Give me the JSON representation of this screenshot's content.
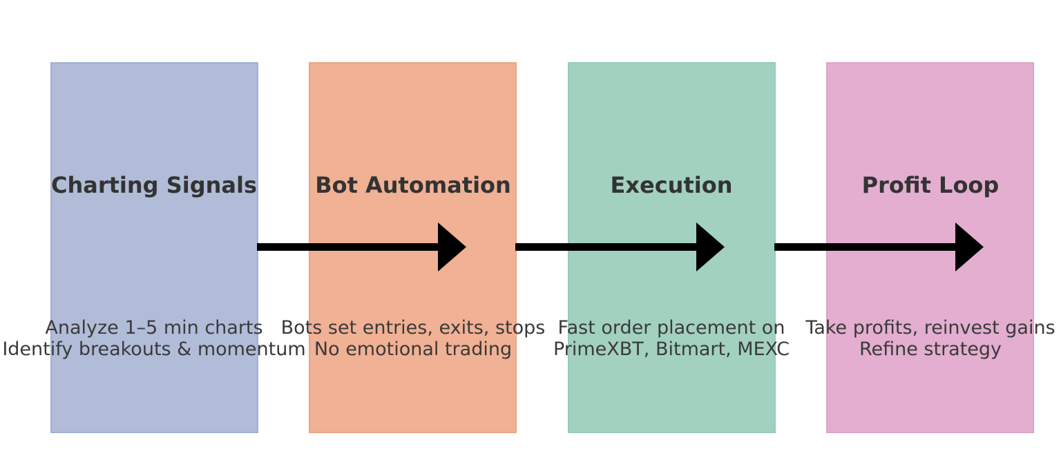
{
  "steps": [
    {
      "title": "Charting Signals",
      "lines": [
        "Analyze 1–5 min charts",
        "Identify breakouts & momentum"
      ],
      "fill": "#b0bcd8",
      "border": "#a3b0d2"
    },
    {
      "title": "Bot Automation",
      "lines": [
        "Bots set entries, exits, stops",
        "No emotional trading"
      ],
      "fill": "#f1b194",
      "border": "#eda486"
    },
    {
      "title": "Execution",
      "lines": [
        "Fast order placement on",
        "PrimeXBT, Bitmart, MEXC"
      ],
      "fill": "#a2d1bf",
      "border": "#96ccb7"
    },
    {
      "title": "Profit Loop",
      "lines": [
        "Take profits, reinvest gains",
        "Refine strategy"
      ],
      "fill": "#e3aecf",
      "border": "#dea3c8"
    }
  ],
  "arrow_color": "#000000"
}
